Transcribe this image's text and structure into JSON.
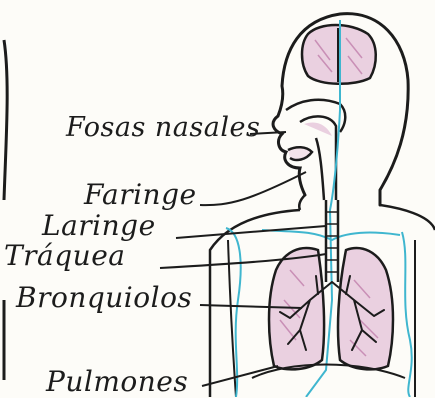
{
  "diagram": {
    "labels": {
      "fosas_nasales": "Fosas nasales",
      "faringe": "Faringe",
      "laringe": "Laringe",
      "traquea": "Tráquea",
      "bronquiolos": "Bronquiolos",
      "pulmones": "Pulmones"
    },
    "colors": {
      "ink": "#1c1c1c",
      "organ_fill": "#ead0e0",
      "organ_hatch": "#c98fb6",
      "vessel": "#3fb6cf"
    }
  }
}
